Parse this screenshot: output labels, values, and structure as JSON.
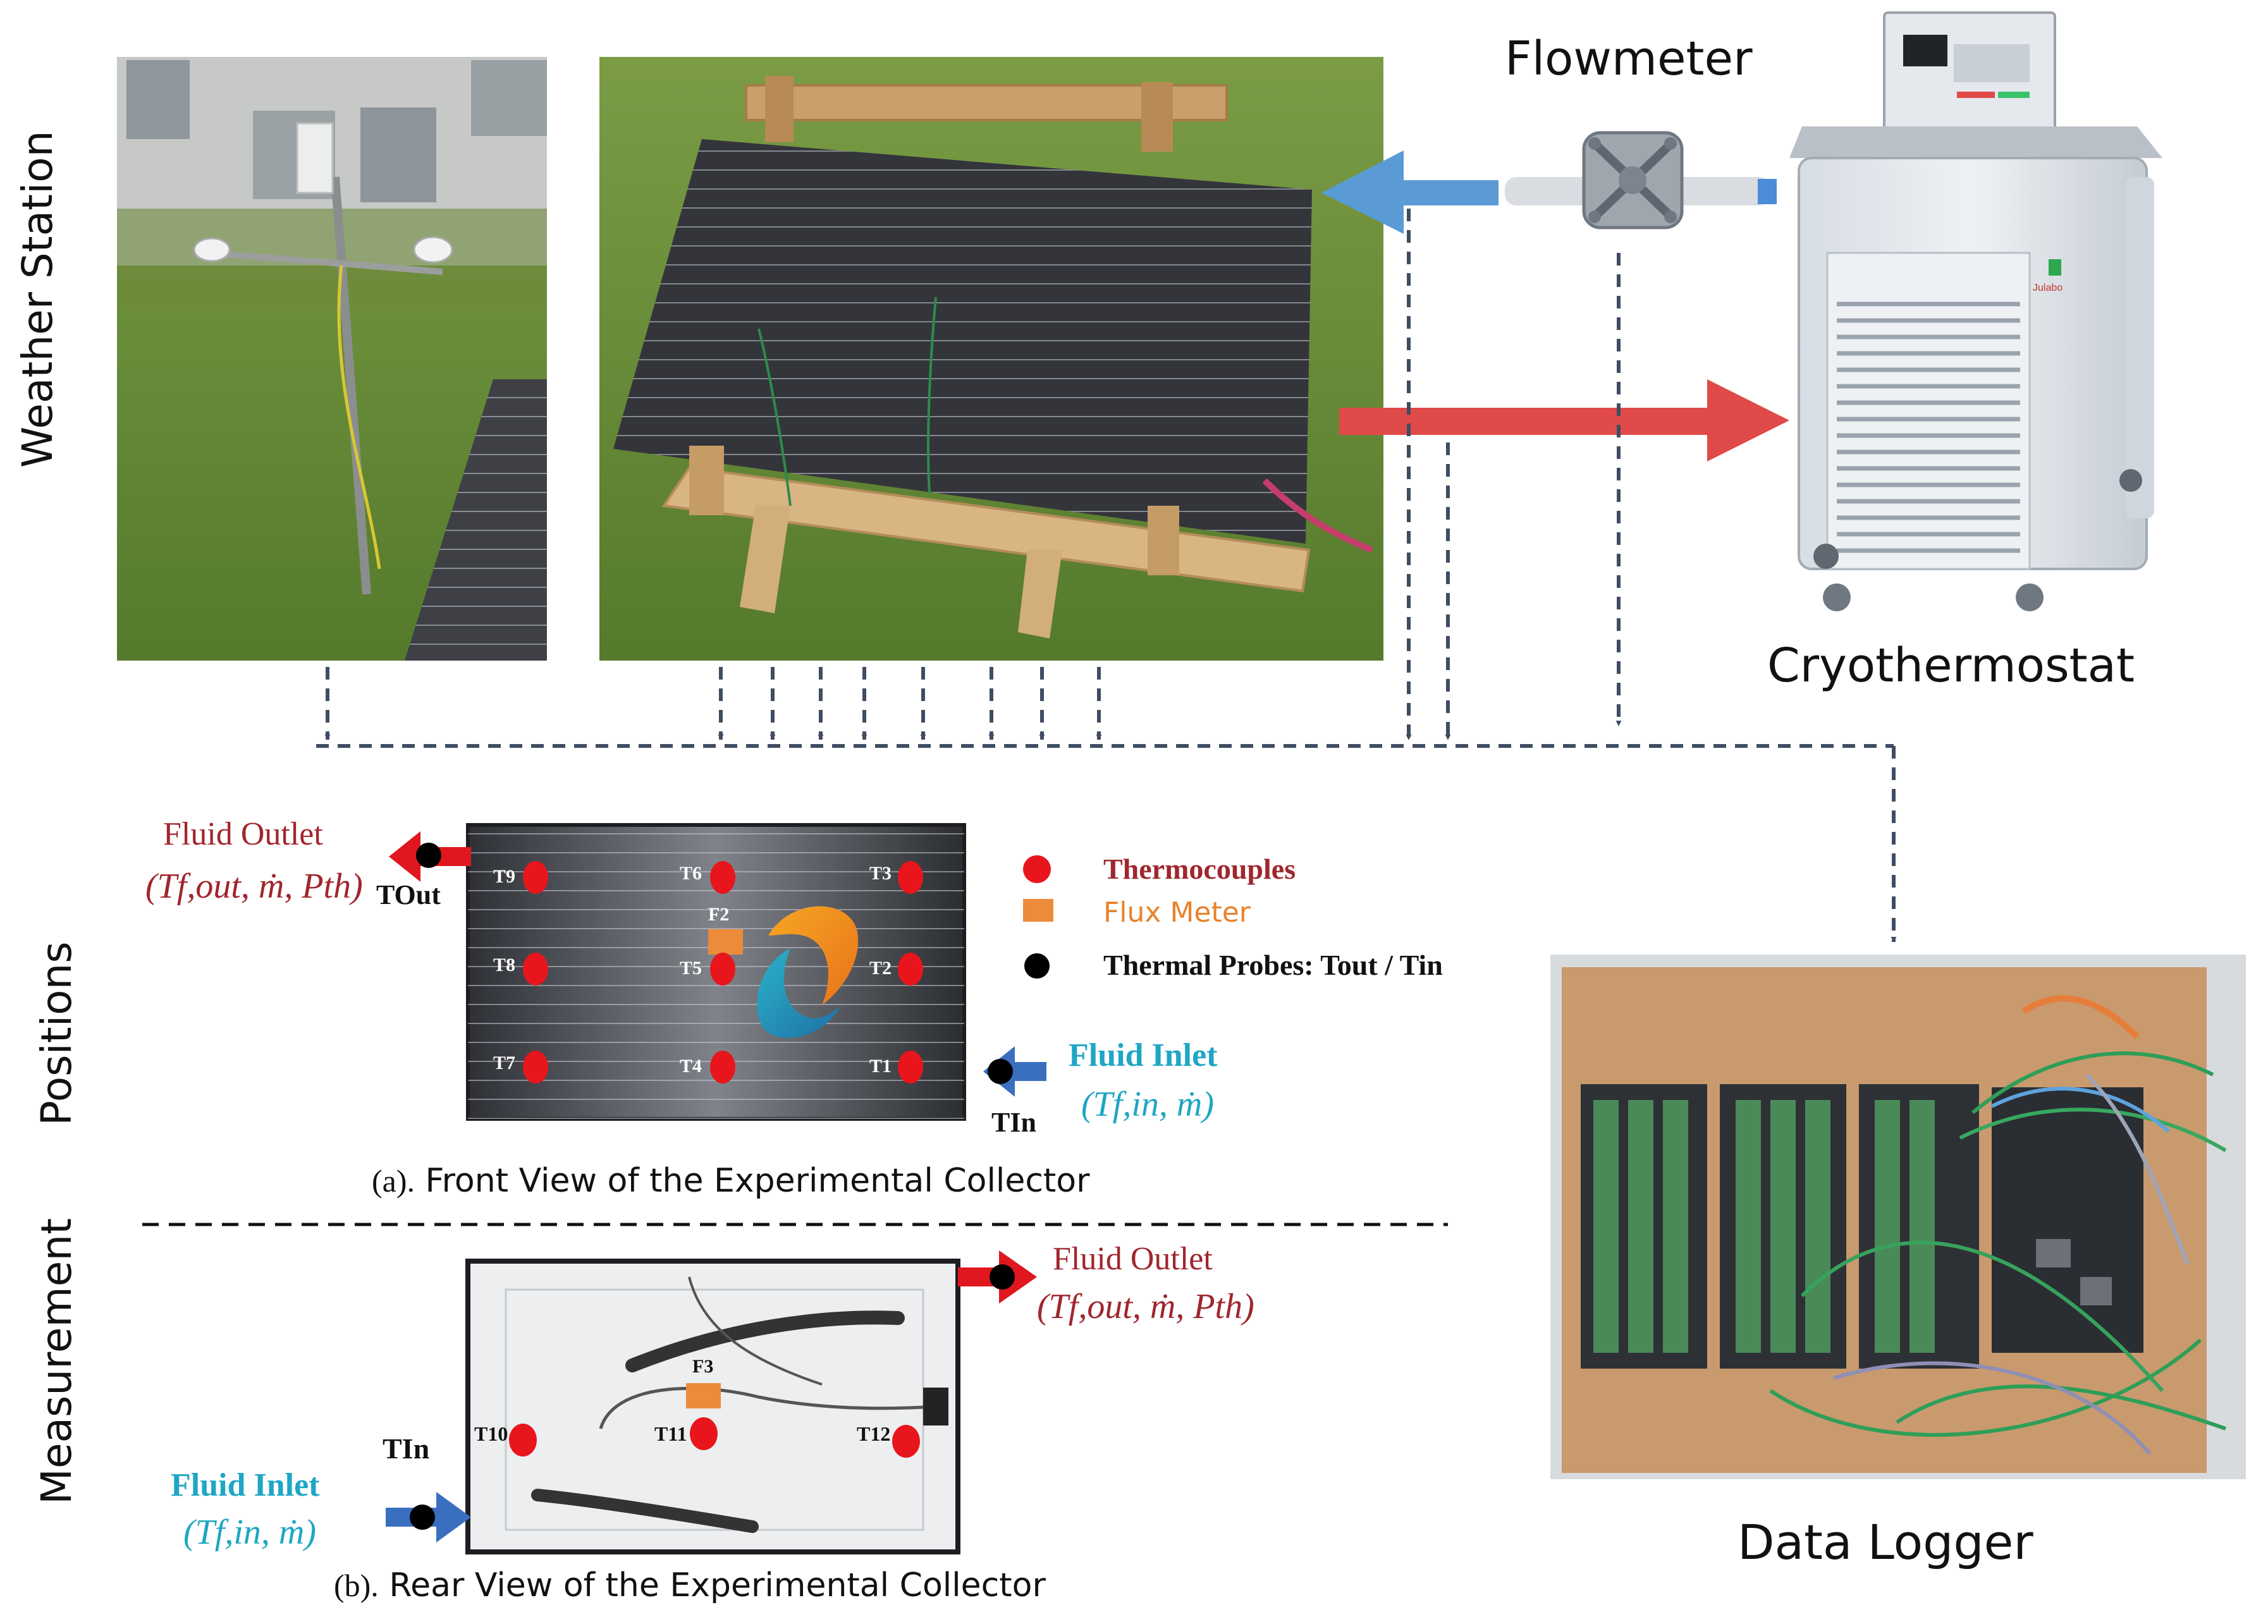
{
  "labels": {
    "weather_station": "Weather Station",
    "flowmeter": "Flowmeter",
    "cryothermostat": "Cryothermostat",
    "data_logger": "Data Logger",
    "measurement": "Measurement",
    "positions": "Positions",
    "cryo_brand": "Julabo"
  },
  "front_view": {
    "caption_prefix": "(a).",
    "caption_text": "Front View of the Experimental Collector",
    "outlet_label": "Fluid Outlet",
    "outlet_formula": "(Tf,out, ṁ, Pth)",
    "inlet_label": "Fluid Inlet",
    "inlet_formula": "(Tf,in, ṁ)",
    "t_out": "TOut",
    "t_in": "TIn",
    "thermocouples": [
      "T9",
      "T6",
      "T3",
      "T8",
      "T5",
      "T2",
      "T7",
      "T4",
      "T1"
    ],
    "flux_meter": "F2"
  },
  "legend": {
    "thermocouples": "Thermocouples",
    "flux_meter": "Flux Meter",
    "thermal_probes": "Thermal Probes: Tout / Tin"
  },
  "rear_view": {
    "caption_prefix": "(b).",
    "caption_text": "Rear View of the Experimental Collector",
    "outlet_label": "Fluid Outlet",
    "outlet_formula": "(Tf,out, ṁ, Pth)",
    "inlet_label": "Fluid Inlet",
    "inlet_formula": "(Tf,in, ṁ)",
    "t_in": "TIn",
    "thermocouples": [
      "T10",
      "T11",
      "T12"
    ],
    "flux_meter": "F3"
  },
  "colors": {
    "red_arrow": "#e04a48",
    "blue_arrow": "#5b9bd5",
    "dash_line": "#3f4d63",
    "sensor_red": "#e8161c",
    "flux_orange": "#ec8b3a",
    "text_red": "#a0262e",
    "text_cyan": "#1fa6c4"
  }
}
